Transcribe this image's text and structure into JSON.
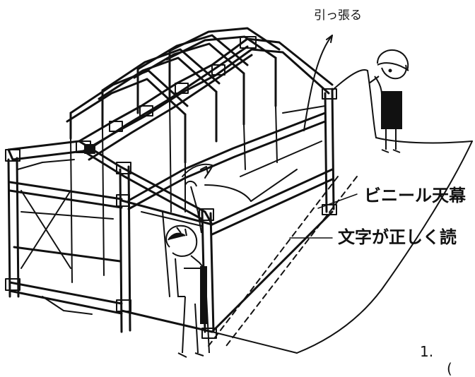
{
  "labels": {
    "pull": "引っ張る",
    "vinyl_cover": "ビニール天幕",
    "text_correct": "文字が正しく読",
    "list_number": "1.",
    "list_paren": "("
  }
}
